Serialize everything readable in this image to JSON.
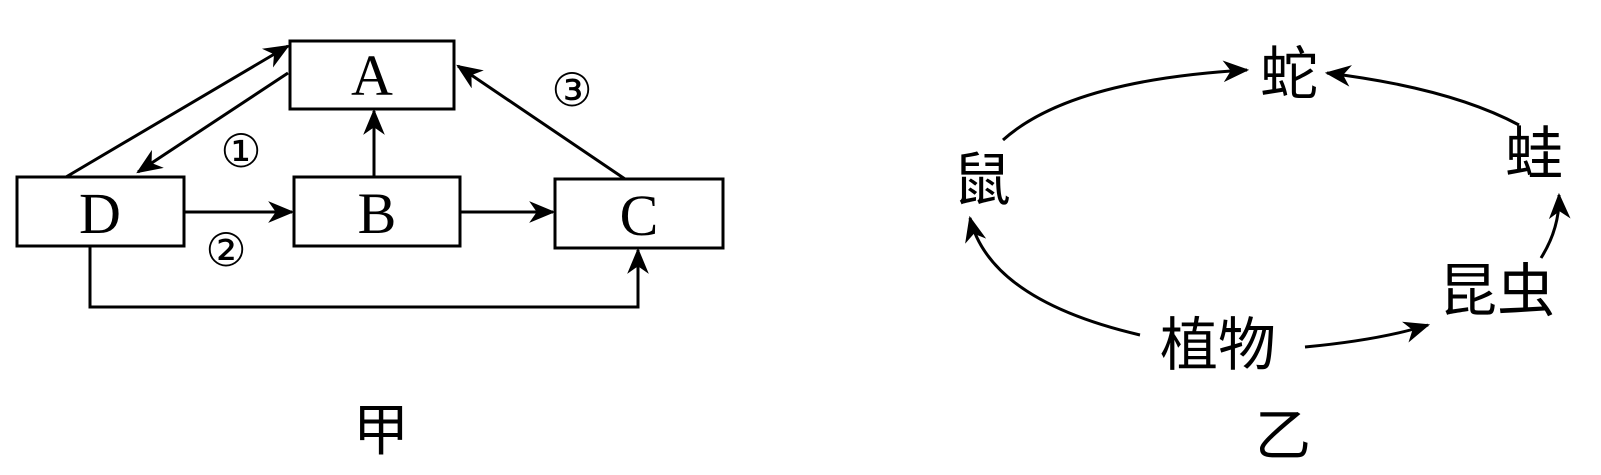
{
  "diagram_jia": {
    "caption": "甲",
    "boxes": {
      "A": "A",
      "B": "B",
      "C": "C",
      "D": "D"
    },
    "markers": {
      "m1": "①",
      "m2": "②",
      "m3": "③"
    }
  },
  "diagram_yi": {
    "caption": "乙",
    "nodes": {
      "snake": "蛇",
      "mouse": "鼠",
      "frog": "蛙",
      "insect": "昆虫",
      "plant": "植物"
    }
  }
}
